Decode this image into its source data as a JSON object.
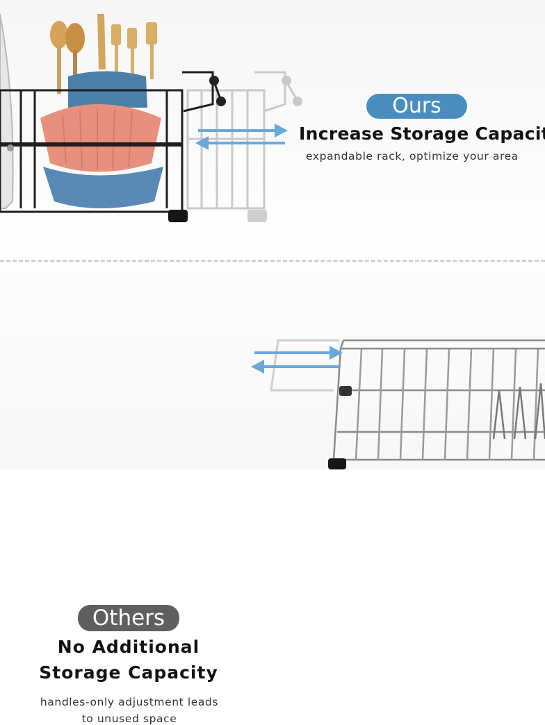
{
  "ours": {
    "badge": "Ours",
    "heading": "Increase Storage Capacity",
    "subtext": "expandable rack, optimize your area",
    "badge_color": "#4a8ec0",
    "arrow_color": "#5b9fd6",
    "icons": [
      "drying-rack-icon",
      "utensil-holder-icon",
      "bowl-icon",
      "expand-arrows-icon"
    ]
  },
  "others": {
    "badge": "Others",
    "heading_line1": "No Additional",
    "heading_line2": "Storage Capacity",
    "subtext_line1": "handles-only adjustment leads",
    "subtext_line2": "to unused space",
    "badge_color": "#5f5f5f",
    "icons": [
      "wire-rack-icon",
      "expand-arrows-icon"
    ]
  }
}
